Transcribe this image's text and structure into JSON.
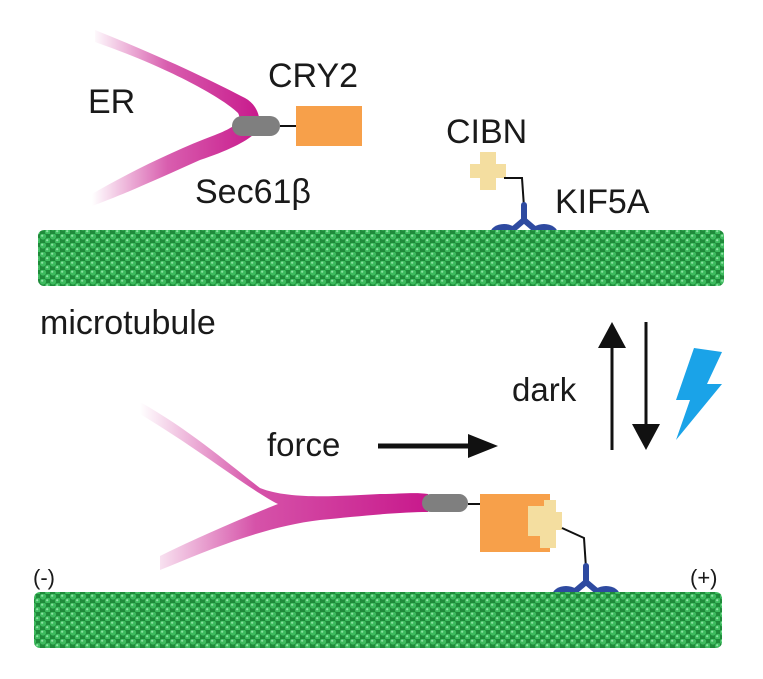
{
  "labels": {
    "er": "ER",
    "cry2": "CRY2",
    "sec61b": "Sec61β",
    "cibn": "CIBN",
    "kif5a": "KIF5A",
    "microtubule": "microtubule",
    "dark": "dark",
    "force": "force",
    "minus_end": "(-)",
    "plus_end": "(+)"
  },
  "colors": {
    "er_membrane": "#c8198c",
    "sec61b": "#7f7f7f",
    "cry2": "#f7a04a",
    "cibn": "#f4dea0",
    "kif5a": "#2e4aa0",
    "microtubule": "#2fa84f",
    "light_bolt": "#1aa3e8",
    "arrow": "#111111"
  },
  "icons": {
    "light": "lightning-bolt-icon",
    "transition": "double-arrow-icon",
    "force": "arrow-right-icon"
  }
}
